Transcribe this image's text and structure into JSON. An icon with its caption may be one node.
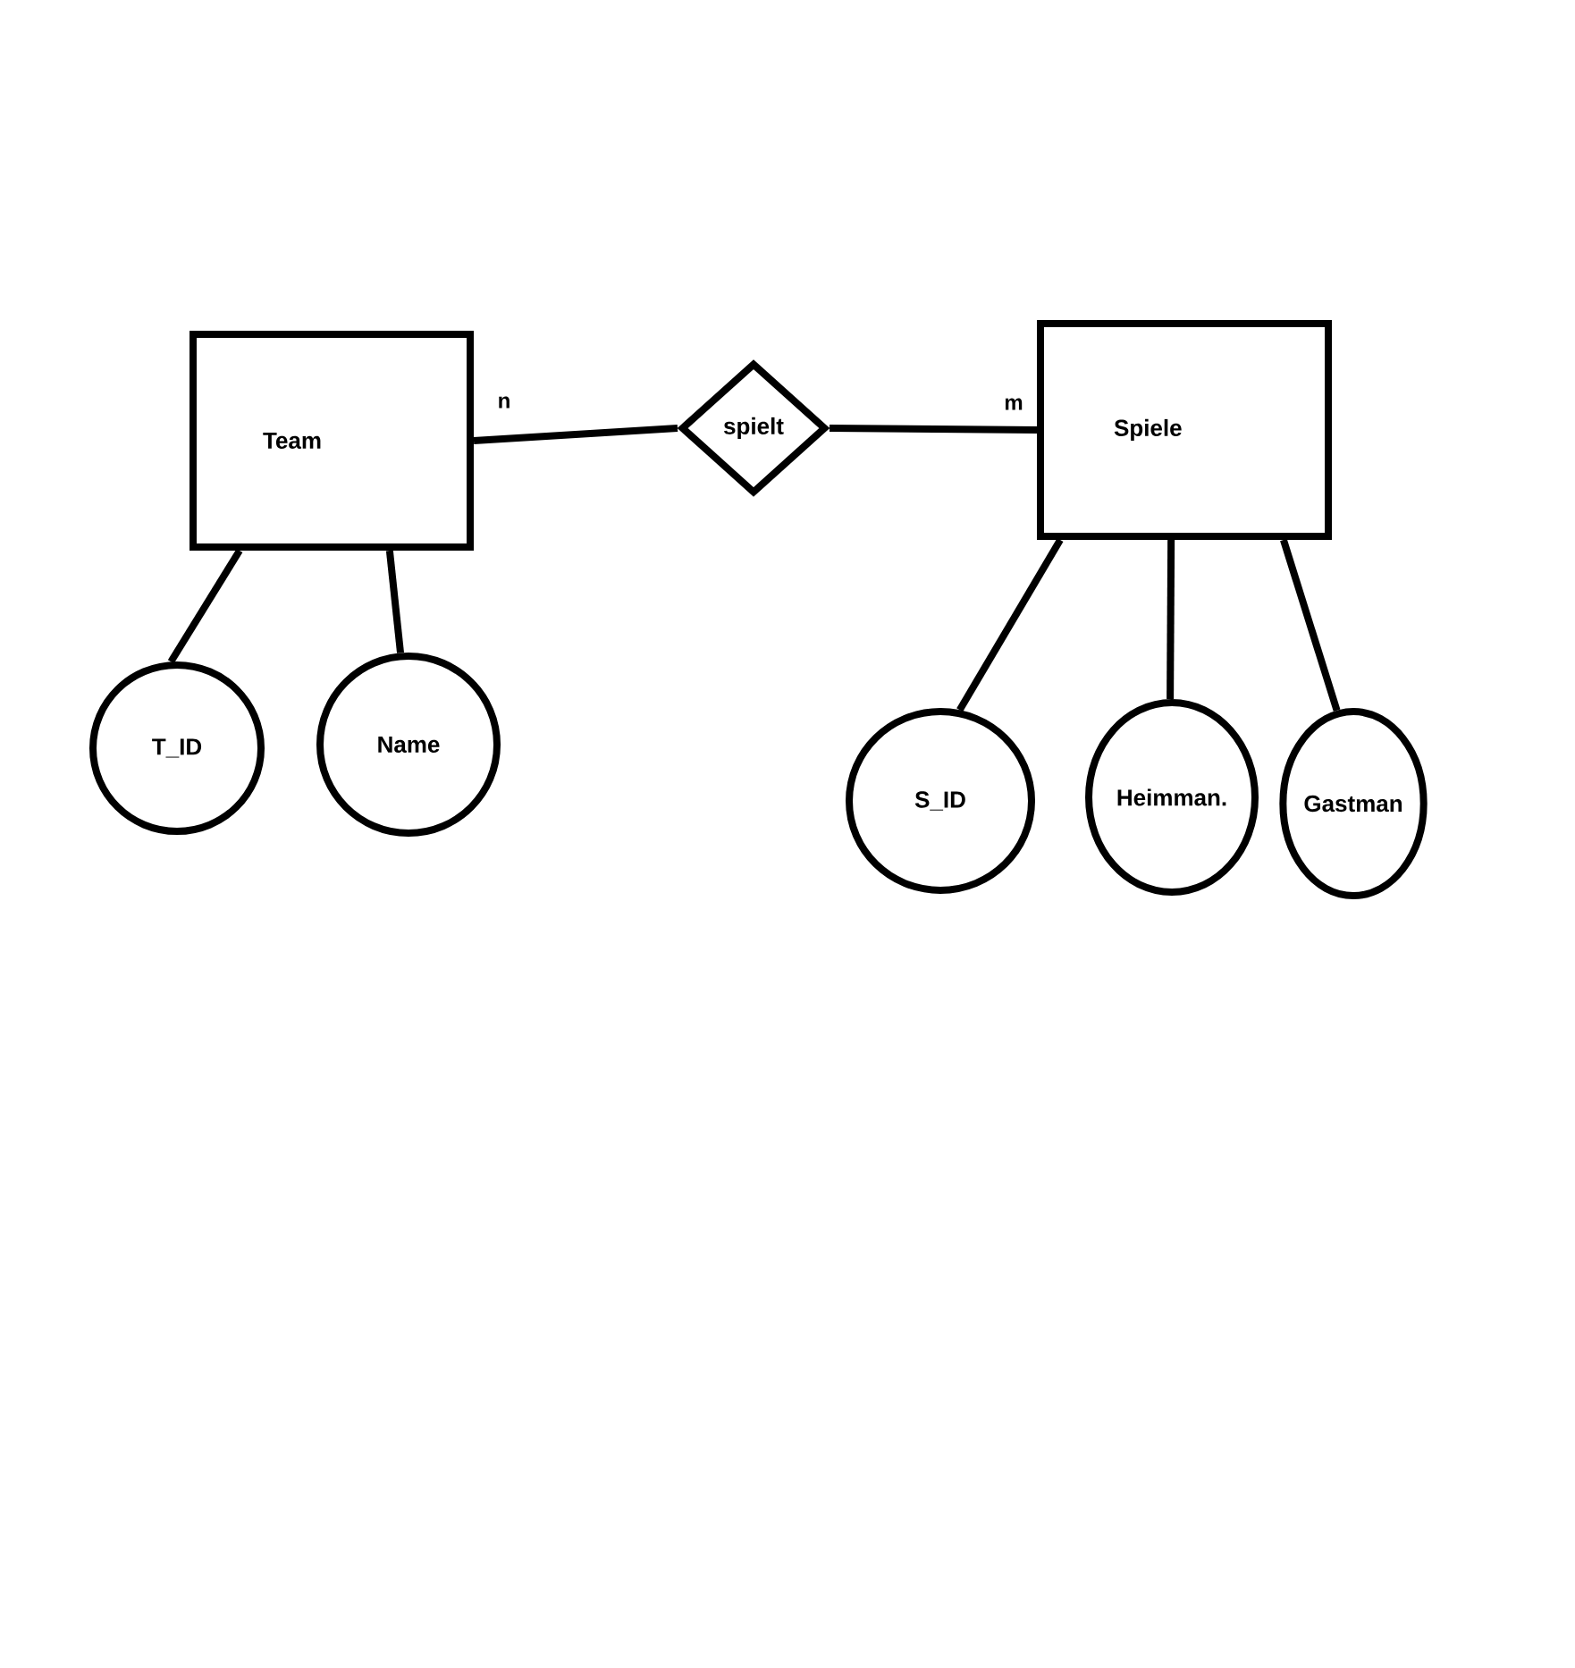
{
  "diagram": {
    "nodes": [
      {
        "text": [
          "Team"
        ]
      },
      {
        "text": [
          "spielt"
        ]
      },
      {
        "text": [
          "Spiele"
        ]
      },
      {
        "text": [
          "T_ID"
        ]
      },
      {
        "text": [
          "Name"
        ]
      },
      {
        "text": [
          "S_ID"
        ]
      },
      {
        "text": [
          "Heimman."
        ]
      },
      {
        "text": [
          "Gastman"
        ]
      }
    ],
    "edges": [
      {
        "from": 0,
        "to": 1,
        "arrow": "none",
        "label": "n"
      },
      {
        "from": 1,
        "to": 2,
        "arrow": "none",
        "label": "m"
      },
      {
        "from": 0,
        "to": 3,
        "arrow": "none"
      },
      {
        "from": 0,
        "to": 4,
        "arrow": "none"
      },
      {
        "from": 2,
        "to": 5,
        "arrow": "none"
      },
      {
        "from": 2,
        "to": 6,
        "arrow": "none"
      },
      {
        "from": 2,
        "to": 7,
        "arrow": "none"
      }
    ]
  }
}
